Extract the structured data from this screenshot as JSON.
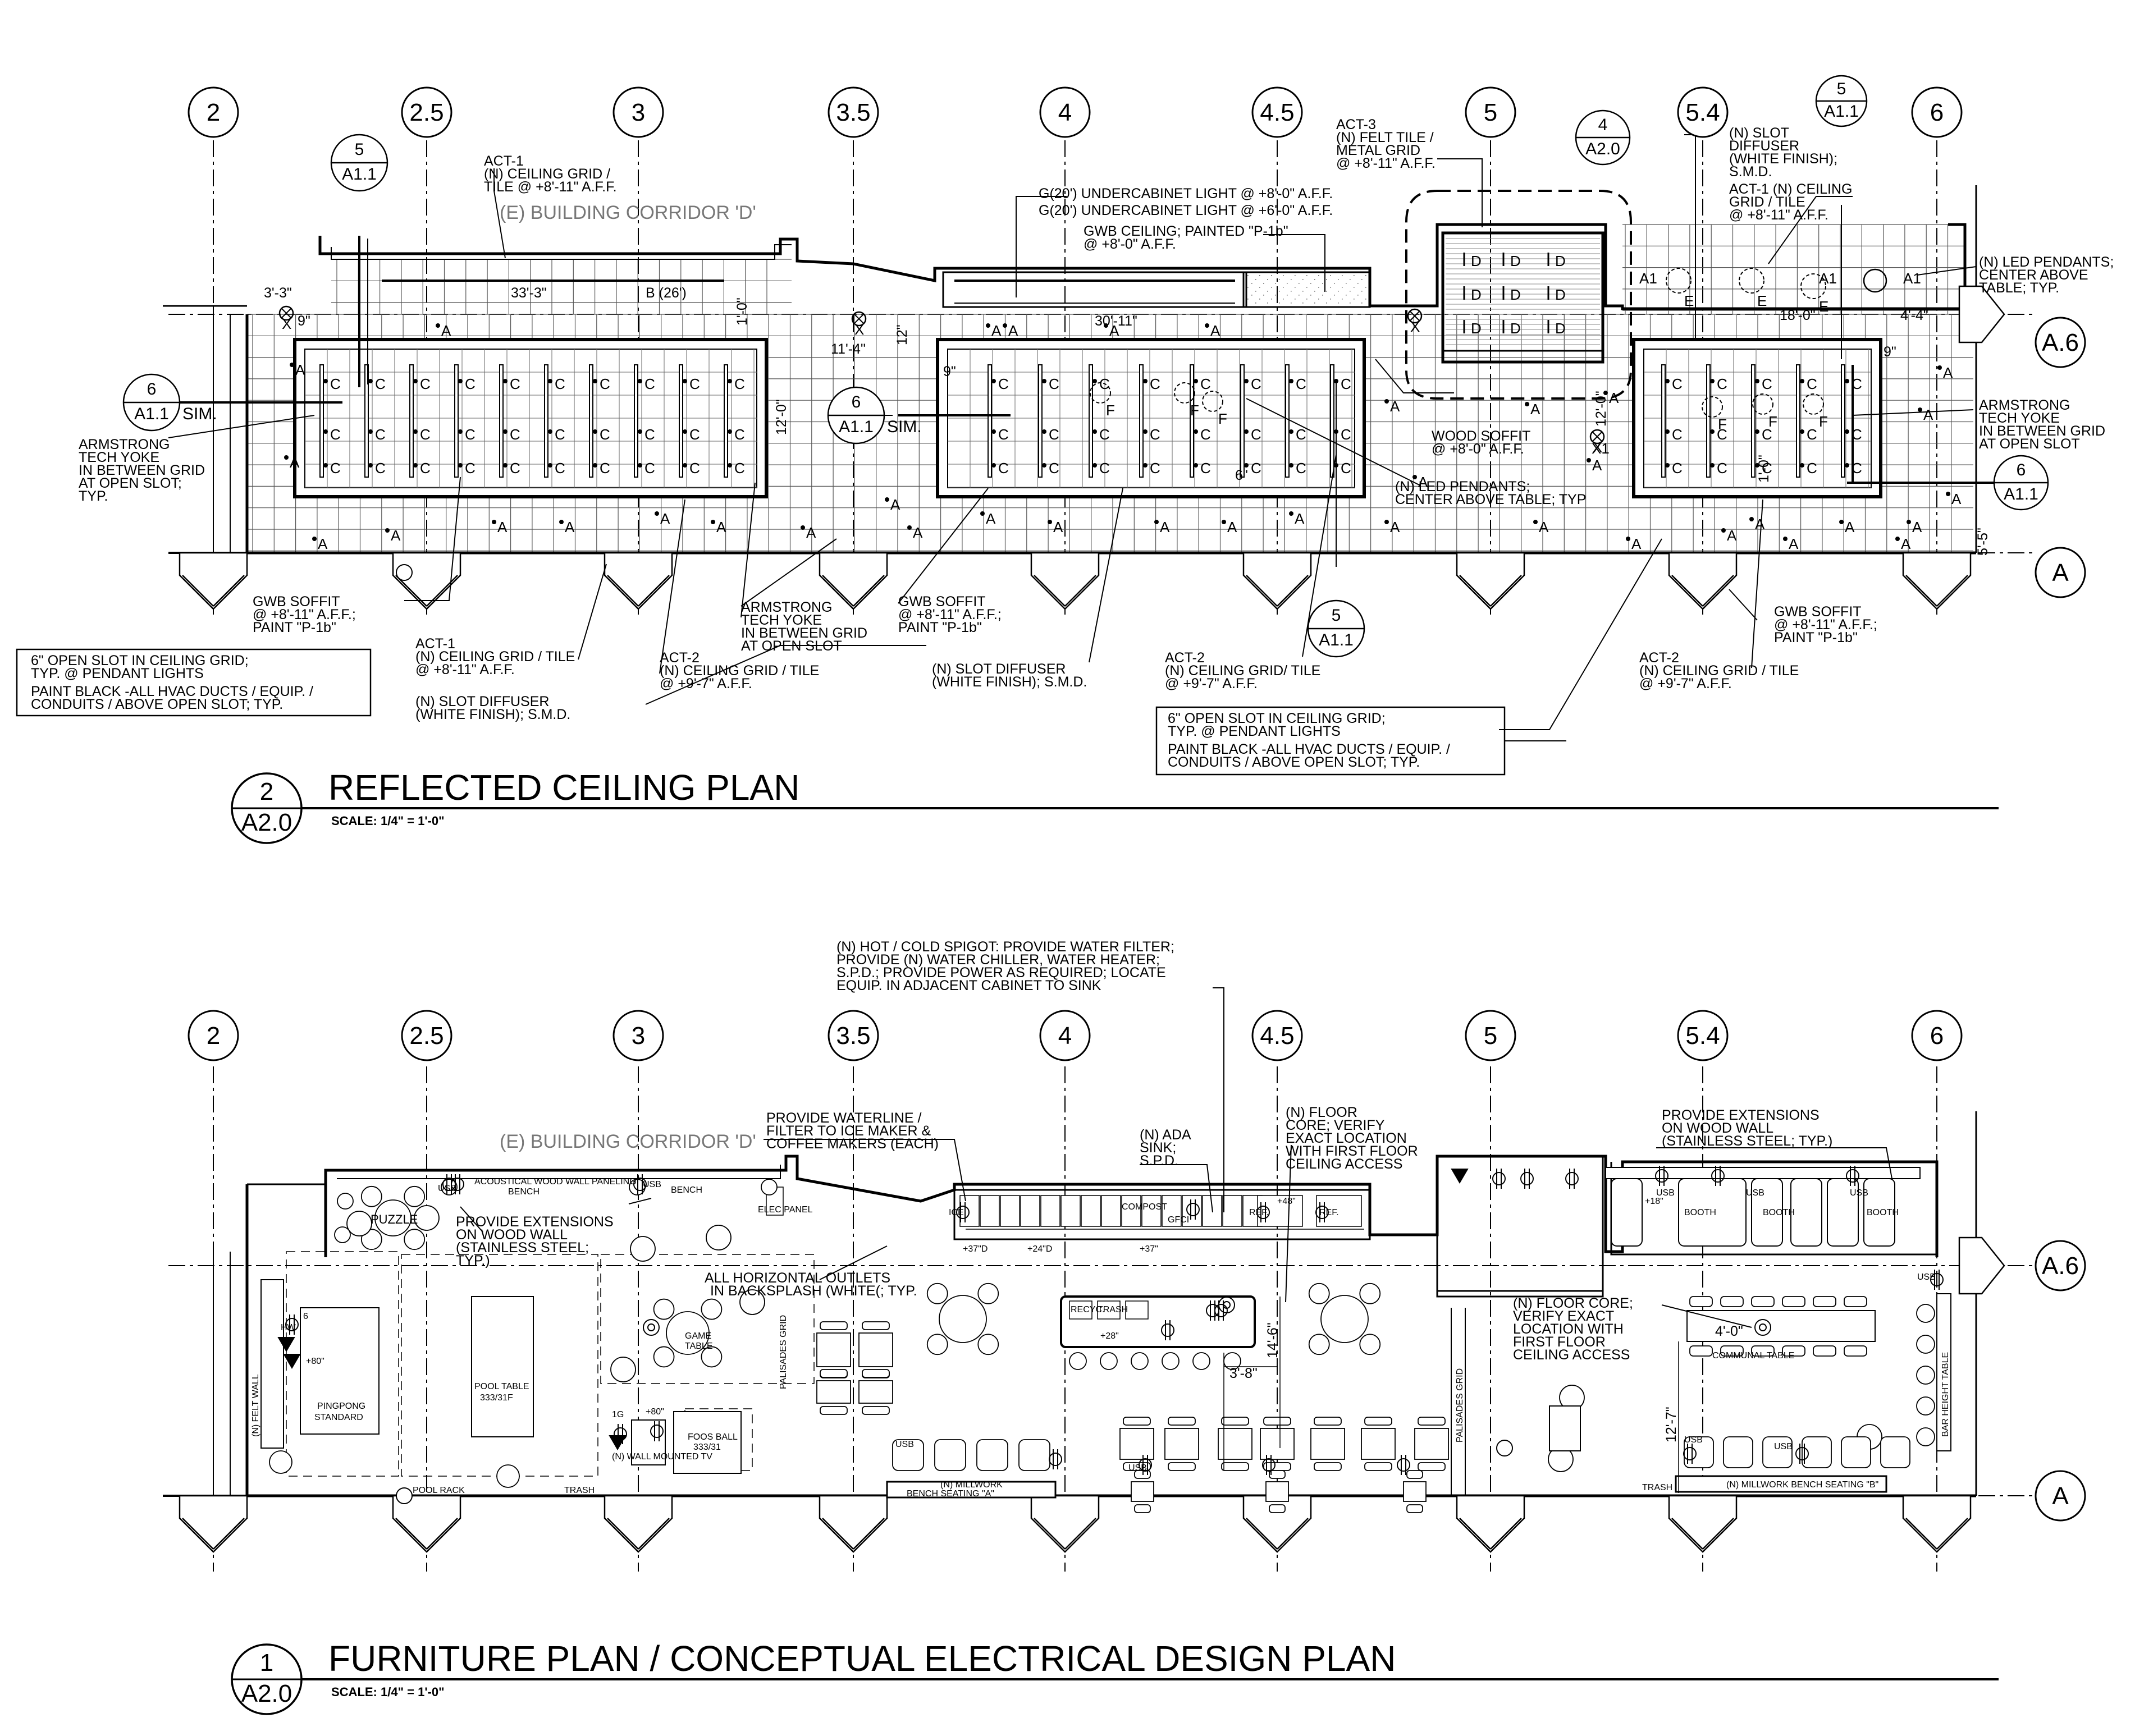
{
  "grid_bubbles": {
    "columns": [
      "2",
      "2.5",
      "3",
      "3.5",
      "4",
      "4.5",
      "5",
      "5.4",
      "6"
    ],
    "rows": [
      "A.6",
      "A"
    ]
  },
  "plans": {
    "rcp": {
      "title_number": "2",
      "title_sheet": "A2.0",
      "title": "REFLECTED CEILING PLAN",
      "scale": "SCALE:  1/4\" = 1'-0\""
    },
    "furniture": {
      "title_number": "1",
      "title_sheet": "A2.0",
      "title": "FURNITURE PLAN / CONCEPTUAL ELECTRICAL DESIGN PLAN",
      "scale": "SCALE:  1/4\" = 1'-0\""
    }
  },
  "section_markers": {
    "top_left": {
      "num": "5",
      "sheet": "A1.1"
    },
    "left": {
      "num": "6",
      "sheet": "A1.1",
      "suffix": "SIM."
    },
    "mid": {
      "num": "6",
      "sheet": "A1.1",
      "suffix": "SIM."
    },
    "bottom": {
      "num": "5",
      "sheet": "A1.1"
    },
    "top_act3": {
      "num": "4",
      "sheet": "A2.0"
    },
    "top_right": {
      "num": "5",
      "sheet": "A1.1"
    },
    "right": {
      "num": "6",
      "sheet": "A1.1"
    }
  },
  "rcp_notes": {
    "act1_top": [
      "ACT-1",
      "(N) CEILING GRID /",
      "TILE @ +8'-11\" A.F.F."
    ],
    "corridor": "(E) BUILDING CORRIDOR 'D'",
    "g20_1": "G(20') UNDERCABINET LIGHT @ +8'-0\" A.F.F.",
    "g20_2": "G(20') UNDERCABINET LIGHT @ +6'-0\" A.F.F.",
    "gwb_ceiling": [
      "GWB CEILING; PAINTED \"P-1b\"",
      "@ +8'-0\" A.F.F."
    ],
    "act3": [
      "ACT-3",
      "(N) FELT TILE /",
      "METAL GRID",
      "@ +8'-11\" A.F.F."
    ],
    "slot_diffuser_top": [
      "(N) SLOT",
      "DIFFUSER",
      "(WHITE FINISH);",
      "S.M.D."
    ],
    "act1_right": [
      "ACT-1 (N) CEILING",
      "GRID / TILE",
      "@ +8'-11\" A.F.F."
    ],
    "led_pendants_right": [
      "(N) LED PENDANTS;",
      "CENTER ABOVE",
      "TABLE; TYP."
    ],
    "armstrong_left": [
      "ARMSTRONG",
      "TECH YOKE",
      "IN BETWEEN GRID",
      "AT OPEN SLOT;",
      "TYP."
    ],
    "armstrong_right": [
      "ARMSTRONG",
      "TECH YOKE",
      "IN BETWEEN GRID",
      "AT OPEN SLOT"
    ],
    "wood_soffit": [
      "WOOD SOFFIT",
      "@ +8'-0\" A.F.F."
    ],
    "led_pendants_mid": [
      "(N) LED PENDANTS;",
      "CENTER ABOVE TABLE; TYP"
    ],
    "gwb_soffit_left": [
      "GWB SOFFIT",
      "@ +8'-11\" A.F.F.;",
      "PAINT \"P-1b\""
    ],
    "gwb_soffit_mid": [
      "GWB SOFFIT",
      "@ +8'-11\" A.F.F.;",
      "PAINT \"P-1b\""
    ],
    "gwb_soffit_right": [
      "GWB SOFFIT",
      "@ +8'-11\" A.F.F.;",
      "PAINT \"P-1b\""
    ],
    "armstrong_bottom": [
      "ARMSTRONG",
      "TECH YOKE",
      "IN BETWEEN GRID",
      "AT OPEN SLOT"
    ],
    "act1_bottom": [
      "ACT-1",
      "(N) CEILING GRID / TILE",
      "@ +8'-11\" A.F.F."
    ],
    "slot_diffuser_bottom": [
      "(N) SLOT DIFFUSER",
      "(WHITE FINISH); S.M.D."
    ],
    "act2_left": [
      "ACT-2",
      "(N) CEILING GRID / TILE",
      "@ +9'-7\" A.F.F."
    ],
    "slot_diffuser_mid": [
      "(N) SLOT DIFFUSER",
      "(WHITE FINISH); S.M.D."
    ],
    "act2_mid": [
      "ACT-2",
      "(N) CEILING GRID/ TILE",
      "@ +9'-7\" A.F.F."
    ],
    "act2_right": [
      "ACT-2",
      "(N) CEILING GRID / TILE",
      "@ +9'-7\" A.F.F."
    ],
    "box_left": [
      "6\" OPEN SLOT IN CEILING GRID;",
      "TYP. @ PENDANT LIGHTS",
      "PAINT BLACK -ALL HVAC DUCTS / EQUIP. /",
      "CONDUITS / ABOVE OPEN SLOT; TYP."
    ],
    "box_mid": [
      "6\" OPEN SLOT IN CEILING GRID;",
      "TYP. @ PENDANT LIGHTS",
      "PAINT BLACK -ALL HVAC DUCTS / EQUIP. /",
      "CONDUITS / ABOVE OPEN SLOT; TYP."
    ]
  },
  "rcp_dims": {
    "d1": "3'-3\"",
    "d2": "9\"",
    "d3": "33'-3\"",
    "d4": "B (26')",
    "d5": "1'-0\"",
    "d6": "11'-4\"",
    "d7": "12\"",
    "d8": "30'-11\"",
    "d9": "9\"",
    "d10": "12'-0\"",
    "d11": "6\"",
    "d12": "18'-0\"",
    "d13": "4'-4\"",
    "d14": "9\"",
    "d15": "12'-0\"",
    "d16": "1'-0\"",
    "d17": "5'-5\""
  },
  "fixture_labels": {
    "A": "A",
    "C": "C",
    "D": "D",
    "E": "E",
    "F": "F",
    "X": "X",
    "A1": "A1",
    "X1": "X1"
  },
  "fp_notes": {
    "spigot": [
      "(N) HOT / COLD SPIGOT: PROVIDE WATER FILTER;",
      "PROVIDE (N) WATER CHILLER, WATER HEATER;",
      "S.P.D.; PROVIDE POWER AS REQUIRED; LOCATE",
      "EQUIP. IN ADJACENT CABINET TO SINK"
    ],
    "waterline": [
      "PROVIDE WATERLINE /",
      "FILTER TO ICE MAKER &",
      "COFFEE MAKERS (EACH)"
    ],
    "ada_sink": [
      "(N) ADA",
      "SINK;",
      "S.P.D."
    ],
    "floor_core_top": [
      "(N) FLOOR",
      "CORE; VERIFY",
      "EXACT LOCATION",
      "WITH FIRST FLOOR",
      "CEILING ACCESS"
    ],
    "extensions_right": [
      "PROVIDE EXTENSIONS",
      "ON WOOD WALL",
      "(STAINLESS STEEL; TYP.)"
    ],
    "corridor": "(E) BUILDING CORRIDOR 'D'",
    "extensions_left": [
      "PROVIDE EXTENSIONS",
      "ON WOOD WALL",
      "(STAINLESS STEEL;",
      "TYP.)"
    ],
    "outlets": [
      "ALL HORIZONTAL OUTLETS",
      "IN BACKSPLASH (WHITE(; TYP."
    ],
    "floor_core_right": [
      "(N) FLOOR CORE;",
      "VERIFY EXACT",
      "LOCATION WITH",
      "FIRST FLOOR",
      "CEILING ACCESS"
    ]
  },
  "fp_labels": {
    "puzzle": "PUZZLE",
    "wood_wall": "ACOUSTICAL WOOD WALL PANELING",
    "bench_left": "BENCH",
    "bench_mid": "BENCH",
    "usb": "USB",
    "game_table": [
      "GAME",
      "TABLE"
    ],
    "pingpong": [
      "PINGPONG",
      "STANDARD"
    ],
    "pool_table": [
      "POOL TABLE",
      "333/31F"
    ],
    "foosball": [
      "FOOS BALL",
      "333/31"
    ],
    "pool_rack": "POOL RACK",
    "trash": "TRASH",
    "palisades_grid": "PALISADES GRID",
    "millwork_a": [
      "(N) MILLWORK",
      "BENCH SEATING \"A\""
    ],
    "millwork_b": "(N) MILLWORK BENCH SEATING \"B\"",
    "communal_table": "COMMUNAL TABLE",
    "bar_height_table": "BAR HEIGHT TABLE",
    "booth": "BOOTH",
    "felt_wall": "(N) FELT WALL",
    "mounted_tv": "(N) WALL MOUNTED TV",
    "hw": "HW",
    "gfci": "GFCI",
    "ref": "REF.",
    "ice": "ICE",
    "compost": "COMPOST",
    "recyc": "RECYC.",
    "trash_small": "TRASH",
    "elec_panel": "ELEC PANEL"
  },
  "fp_dims": {
    "d1": "3'-8\"",
    "d2": "14'-6\"",
    "d3": "4'-0\"",
    "d4": "12'-7\"",
    "h1": "+80\"",
    "h2": "+80\"",
    "h3": "+37\"D",
    "h4": "+24\"D",
    "h5": "+37\"",
    "h6": "+48\"",
    "h7": "+28\"",
    "h8": "+18\"",
    "h9": "1G",
    "h10": "6"
  }
}
